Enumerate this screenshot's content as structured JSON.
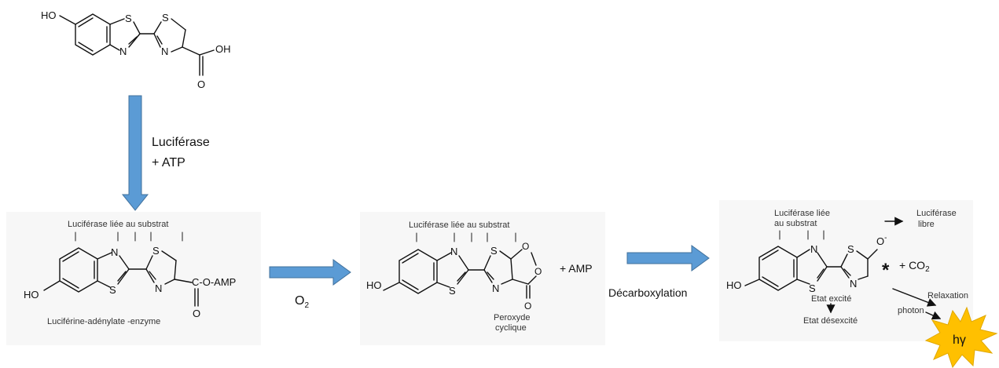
{
  "molecule_top": {
    "atoms": {
      "ho": "HO",
      "s1": "S",
      "n1": "N",
      "s2": "S",
      "n2": "N",
      "oh": "OH",
      "o": "O"
    }
  },
  "step_1": {
    "enzyme": "Luciférase",
    "cofactor": "+ ATP",
    "arrow_color": "#5b9bd5"
  },
  "intermediate_1": {
    "bound_label": "Luciférase liée au substrat",
    "caption": "Luciférine-adénylate -enzyme",
    "atoms": {
      "ho": "HO",
      "n1": "N",
      "s1": "S",
      "s2": "S",
      "n2": "N",
      "c_amp": "C-O-AMP",
      "o": "O"
    }
  },
  "step_2": {
    "reagent": "O",
    "reagent_sub": "2",
    "arrow_color": "#5b9bd5"
  },
  "intermediate_2": {
    "bound_label": "Luciférase liée au substrat",
    "caption_line1": "Peroxyde",
    "caption_line2": "cyclique",
    "byproduct": "+  AMP",
    "atoms": {
      "ho": "HO",
      "n1": "N",
      "s1": "S",
      "s2": "S",
      "n2": "N",
      "o1": "O",
      "o2": "O",
      "o3": "O"
    }
  },
  "step_3": {
    "label": "Décarboxylation",
    "arrow_color": "#5b9bd5"
  },
  "product": {
    "bound_label_line1": "Luciférase liée",
    "bound_label_line2": "au substrat",
    "free_label_line1": "Luciférase",
    "free_label_line2": "libre",
    "co2": "+ CO",
    "co2_sub": "2",
    "excited_marker": "*",
    "excited_state": "Etat excité",
    "ground_state": "Etat désexcité",
    "relaxation": "Relaxation",
    "photon": "photon",
    "photon_symbol": "hγ",
    "photon_color": "#ffc000",
    "atoms": {
      "ho": "HO",
      "n1": "N",
      "s1": "S",
      "s2": "S",
      "n2": "N",
      "o_minus": "O",
      "charge": "-"
    }
  }
}
